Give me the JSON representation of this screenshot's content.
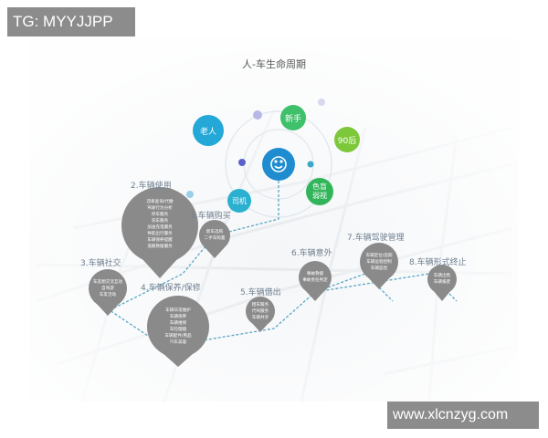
{
  "watermarks": {
    "top_left": "TG: MYYJJPP",
    "bottom_right": "www.xlcnzyg.com"
  },
  "title": "人-车生命周期",
  "orbit": {
    "center_icon": "smile-face-icon",
    "bubbles": {
      "elder": "老人",
      "newbie": "新手",
      "post90": "90后",
      "female": "色盲\n弱视",
      "hand": "司机"
    }
  },
  "stages": {
    "usage": {
      "title": "2.车辆使用",
      "lines": [
        "违章查询/代缴",
        "驾驶行为分析",
        "停车服务",
        "洗车服务",
        "加油充电服务",
        "导航出行服务",
        "车辆保养提醒",
        "道路救援服务"
      ]
    },
    "purchase": {
      "title": "1.车辆购买",
      "lines": [
        "新车选购",
        "二手车购置"
      ]
    },
    "social": {
      "title": "3.车辆社交",
      "lines": [
        "车友圈交流互动",
        "自驾游",
        "车友活动"
      ]
    },
    "maint": {
      "title": "4.车辆保养/保修",
      "lines": [
        "车辆日常维护",
        "车辆保养",
        "车辆维修",
        "车险理赔",
        "车辆配件/用品",
        "汽车美容"
      ]
    },
    "exit": {
      "title": "5.车辆借出",
      "lines": [
        "租车服务",
        "代驾服务",
        "车辆共享"
      ]
    },
    "accident": {
      "title": "6.车辆意外",
      "lines": [
        "事故救援",
        "事故责任判定"
      ]
    },
    "driving": {
      "title": "7.车辆驾驶管理",
      "lines": [
        "车辆定位/追踪",
        "车辆远程控制",
        "车辆监控"
      ]
    },
    "scrap": {
      "title": "8.车辆形式终止",
      "lines": [
        "车辆出售",
        "车辆报废"
      ]
    }
  },
  "colors": {
    "pin": "#8a8a8a",
    "line": "#5aa6c4",
    "center": "#1f8ccf",
    "teal": "#23a8d7",
    "green": "#3fc06a",
    "lime": "#7cc83a"
  }
}
